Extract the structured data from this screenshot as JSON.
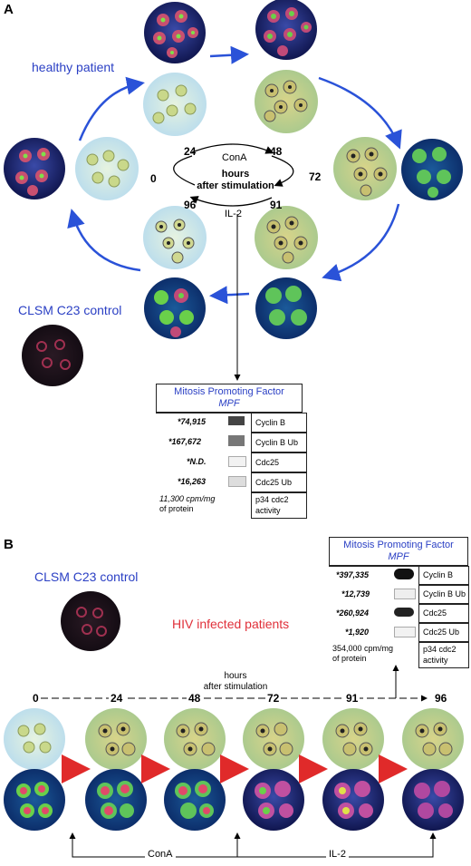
{
  "panelA": {
    "letter": "A",
    "healthy_label": "healthy patient",
    "control_label": "CLSM C23 control",
    "hours": {
      "h0": "0",
      "h24": "24",
      "h48": "48",
      "h72": "72",
      "h91": "91",
      "h96": "96"
    },
    "cona": "ConA",
    "il2": "IL-2",
    "center_line1": "hours",
    "center_line2": "after stimulation",
    "mpf": {
      "title": "Mitosis Promoting Factor",
      "abbr": "MPF",
      "rows": [
        {
          "value": "*74,915",
          "label": "Cyclin B"
        },
        {
          "value": "*167,672",
          "label": "Cyclin B Ub"
        },
        {
          "value": "*N.D.",
          "label": "Cdc25"
        },
        {
          "value": "*16,263",
          "label": "Cdc25 Ub"
        }
      ],
      "activity_value": "11,300 cpm/mg",
      "activity_unit": "of protein",
      "activity_label": "p34 cdc2",
      "activity_label2": "activity"
    }
  },
  "panelB": {
    "letter": "B",
    "control_label": "CLSM C23 control",
    "hiv_label": "HIV infected patients",
    "hours_line1": "hours",
    "hours_line2": "after stimulation",
    "hours": {
      "h0": "0",
      "h24": "24",
      "h48": "48",
      "h72": "72",
      "h91": "91",
      "h96": "96"
    },
    "cona": "ConA",
    "il2": "IL-2",
    "mpf": {
      "title": "Mitosis Promoting Factor",
      "abbr": "MPF",
      "rows": [
        {
          "value": "*397,335",
          "label": "Cyclin B"
        },
        {
          "value": "*12,739",
          "label": "Cyclin B Ub"
        },
        {
          "value": "*260,924",
          "label": "Cdc25"
        },
        {
          "value": "*1,920",
          "label": "Cdc25 Ub"
        }
      ],
      "activity_value": "354,000 cpm/mg",
      "activity_unit": "of protein",
      "activity_label": "p34 cdc2",
      "activity_label2": "activity"
    }
  },
  "colors": {
    "blue_arrow": "#2a52d8",
    "red_arrow": "#e02a2a",
    "light_bg": "#cfe7f2",
    "dark_bg": "#1a1f6e"
  }
}
